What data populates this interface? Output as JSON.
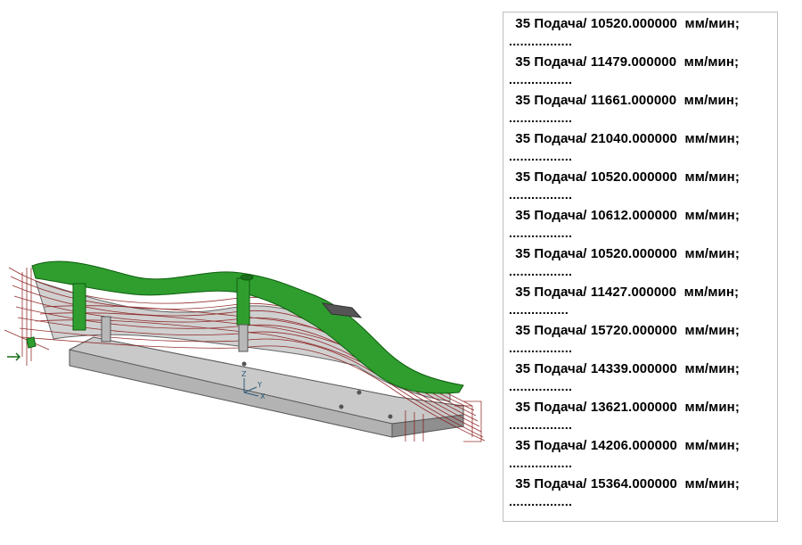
{
  "viewport": {
    "axis_labels": {
      "x": "X",
      "y": "Y",
      "z": "Z"
    },
    "colors": {
      "part_top": "#2f9e2f",
      "part_top_edge": "#0f5e0f",
      "part_side": "#c8c8c8",
      "base": "#b5b5b5",
      "toolpath": "#8b1a1a"
    }
  },
  "feed_list": {
    "entries": [
      {
        "line": " 35 Подача/ 10520.000000  мм/мин;",
        "dots": "................."
      },
      {
        "line": " 35 Подача/ 11479.000000  мм/мин;",
        "dots": "................."
      },
      {
        "line": " 35 Подача/ 11661.000000  мм/мин;",
        "dots": "................."
      },
      {
        "line": " 35 Подача/ 21040.000000  мм/мин;",
        "dots": "................."
      },
      {
        "line": " 35 Подача/ 10520.000000  мм/мин;",
        "dots": "................."
      },
      {
        "line": " 35 Подача/ 10612.000000  мм/мин;",
        "dots": "................."
      },
      {
        "line": " 35 Подача/ 10520.000000  мм/мин;",
        "dots": "................."
      },
      {
        "line": " 35 Подача/ 11427.000000  мм/мин;",
        "dots": "................"
      },
      {
        "line": " 35 Подача/ 15720.000000  мм/мин;",
        "dots": "................."
      },
      {
        "line": " 35 Подача/ 14339.000000  мм/мин;",
        "dots": "................."
      },
      {
        "line": " 35 Подача/ 13621.000000  мм/мин;",
        "dots": "................."
      },
      {
        "line": " 35 Подача/ 14206.000000  мм/мин;",
        "dots": "................."
      },
      {
        "line": " 35 Подача/ 15364.000000  мм/мин;",
        "dots": "................."
      }
    ]
  }
}
